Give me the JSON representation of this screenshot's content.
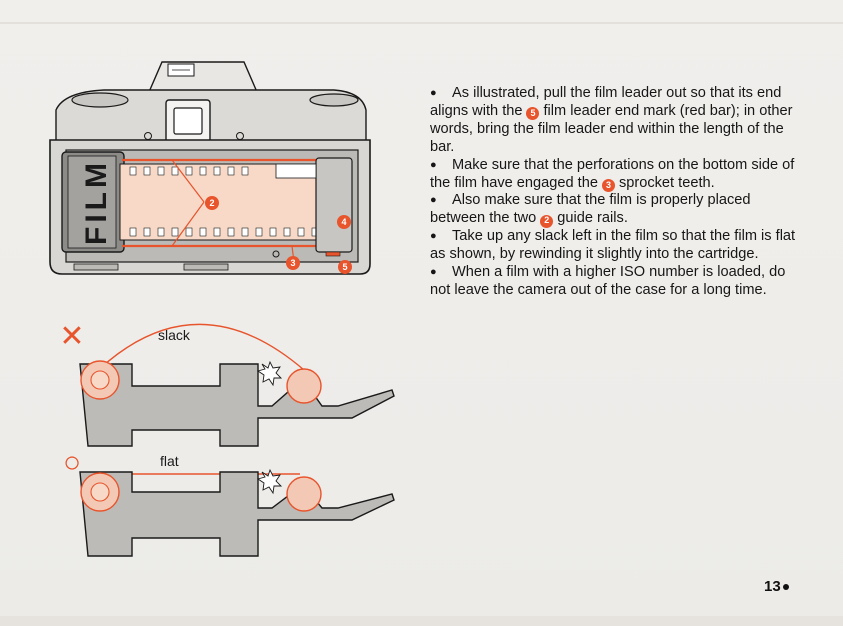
{
  "camera": {
    "film_label": "FILM",
    "markers": {
      "m2_upper": "2",
      "m4": "4",
      "m3": "3",
      "m5": "5"
    }
  },
  "diagram": {
    "slack_symbol": "✕",
    "slack_label": "slack",
    "flat_symbol": "○",
    "flat_label": "flat"
  },
  "instructions": {
    "bullet": "●",
    "p1": {
      "a": "As illustrated, pull the film leader out so that its end aligns with the",
      "marker": "5",
      "b": "film leader end mark (red bar); in other words, bring the film leader end within the length of the bar."
    },
    "p2": {
      "a": "Make sure that the perforations on the bottom side of the film have engaged the",
      "marker": "3",
      "b": "sprocket teeth."
    },
    "p3": {
      "a": "Also make sure that the film is properly placed between the two",
      "marker": "2",
      "b": "guide rails."
    },
    "p4": "Take up any slack left in the film so that the film is flat as shown, by rewinding it slightly into the cartridge.",
    "p5": "When a film with a higher ISO number is loaded, do not leave the camera out of the case for a long time."
  },
  "page_number": "13",
  "colors": {
    "accent": "#e8542c",
    "film": "#f8d9c8",
    "ink": "#1a1a1a",
    "grey_body": "#b8b6b3"
  }
}
